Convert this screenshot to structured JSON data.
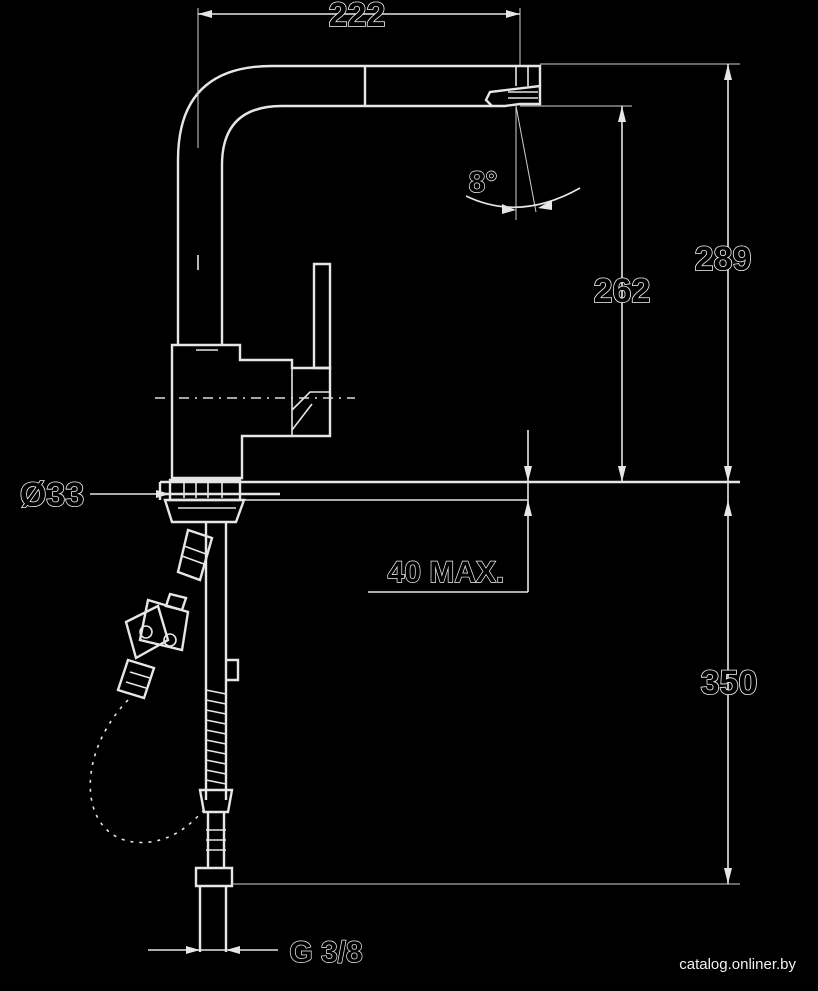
{
  "dimensions": {
    "width_222": "222",
    "height_289": "289",
    "height_262": "262",
    "angle": "8°",
    "diameter": "Ø33",
    "max_thickness": "40 MAX.",
    "hose_350": "350",
    "thread": "G 3/8"
  },
  "watermark": "catalog.onliner.by",
  "colors": {
    "background": "#000000",
    "line": "#e6e6e6"
  }
}
